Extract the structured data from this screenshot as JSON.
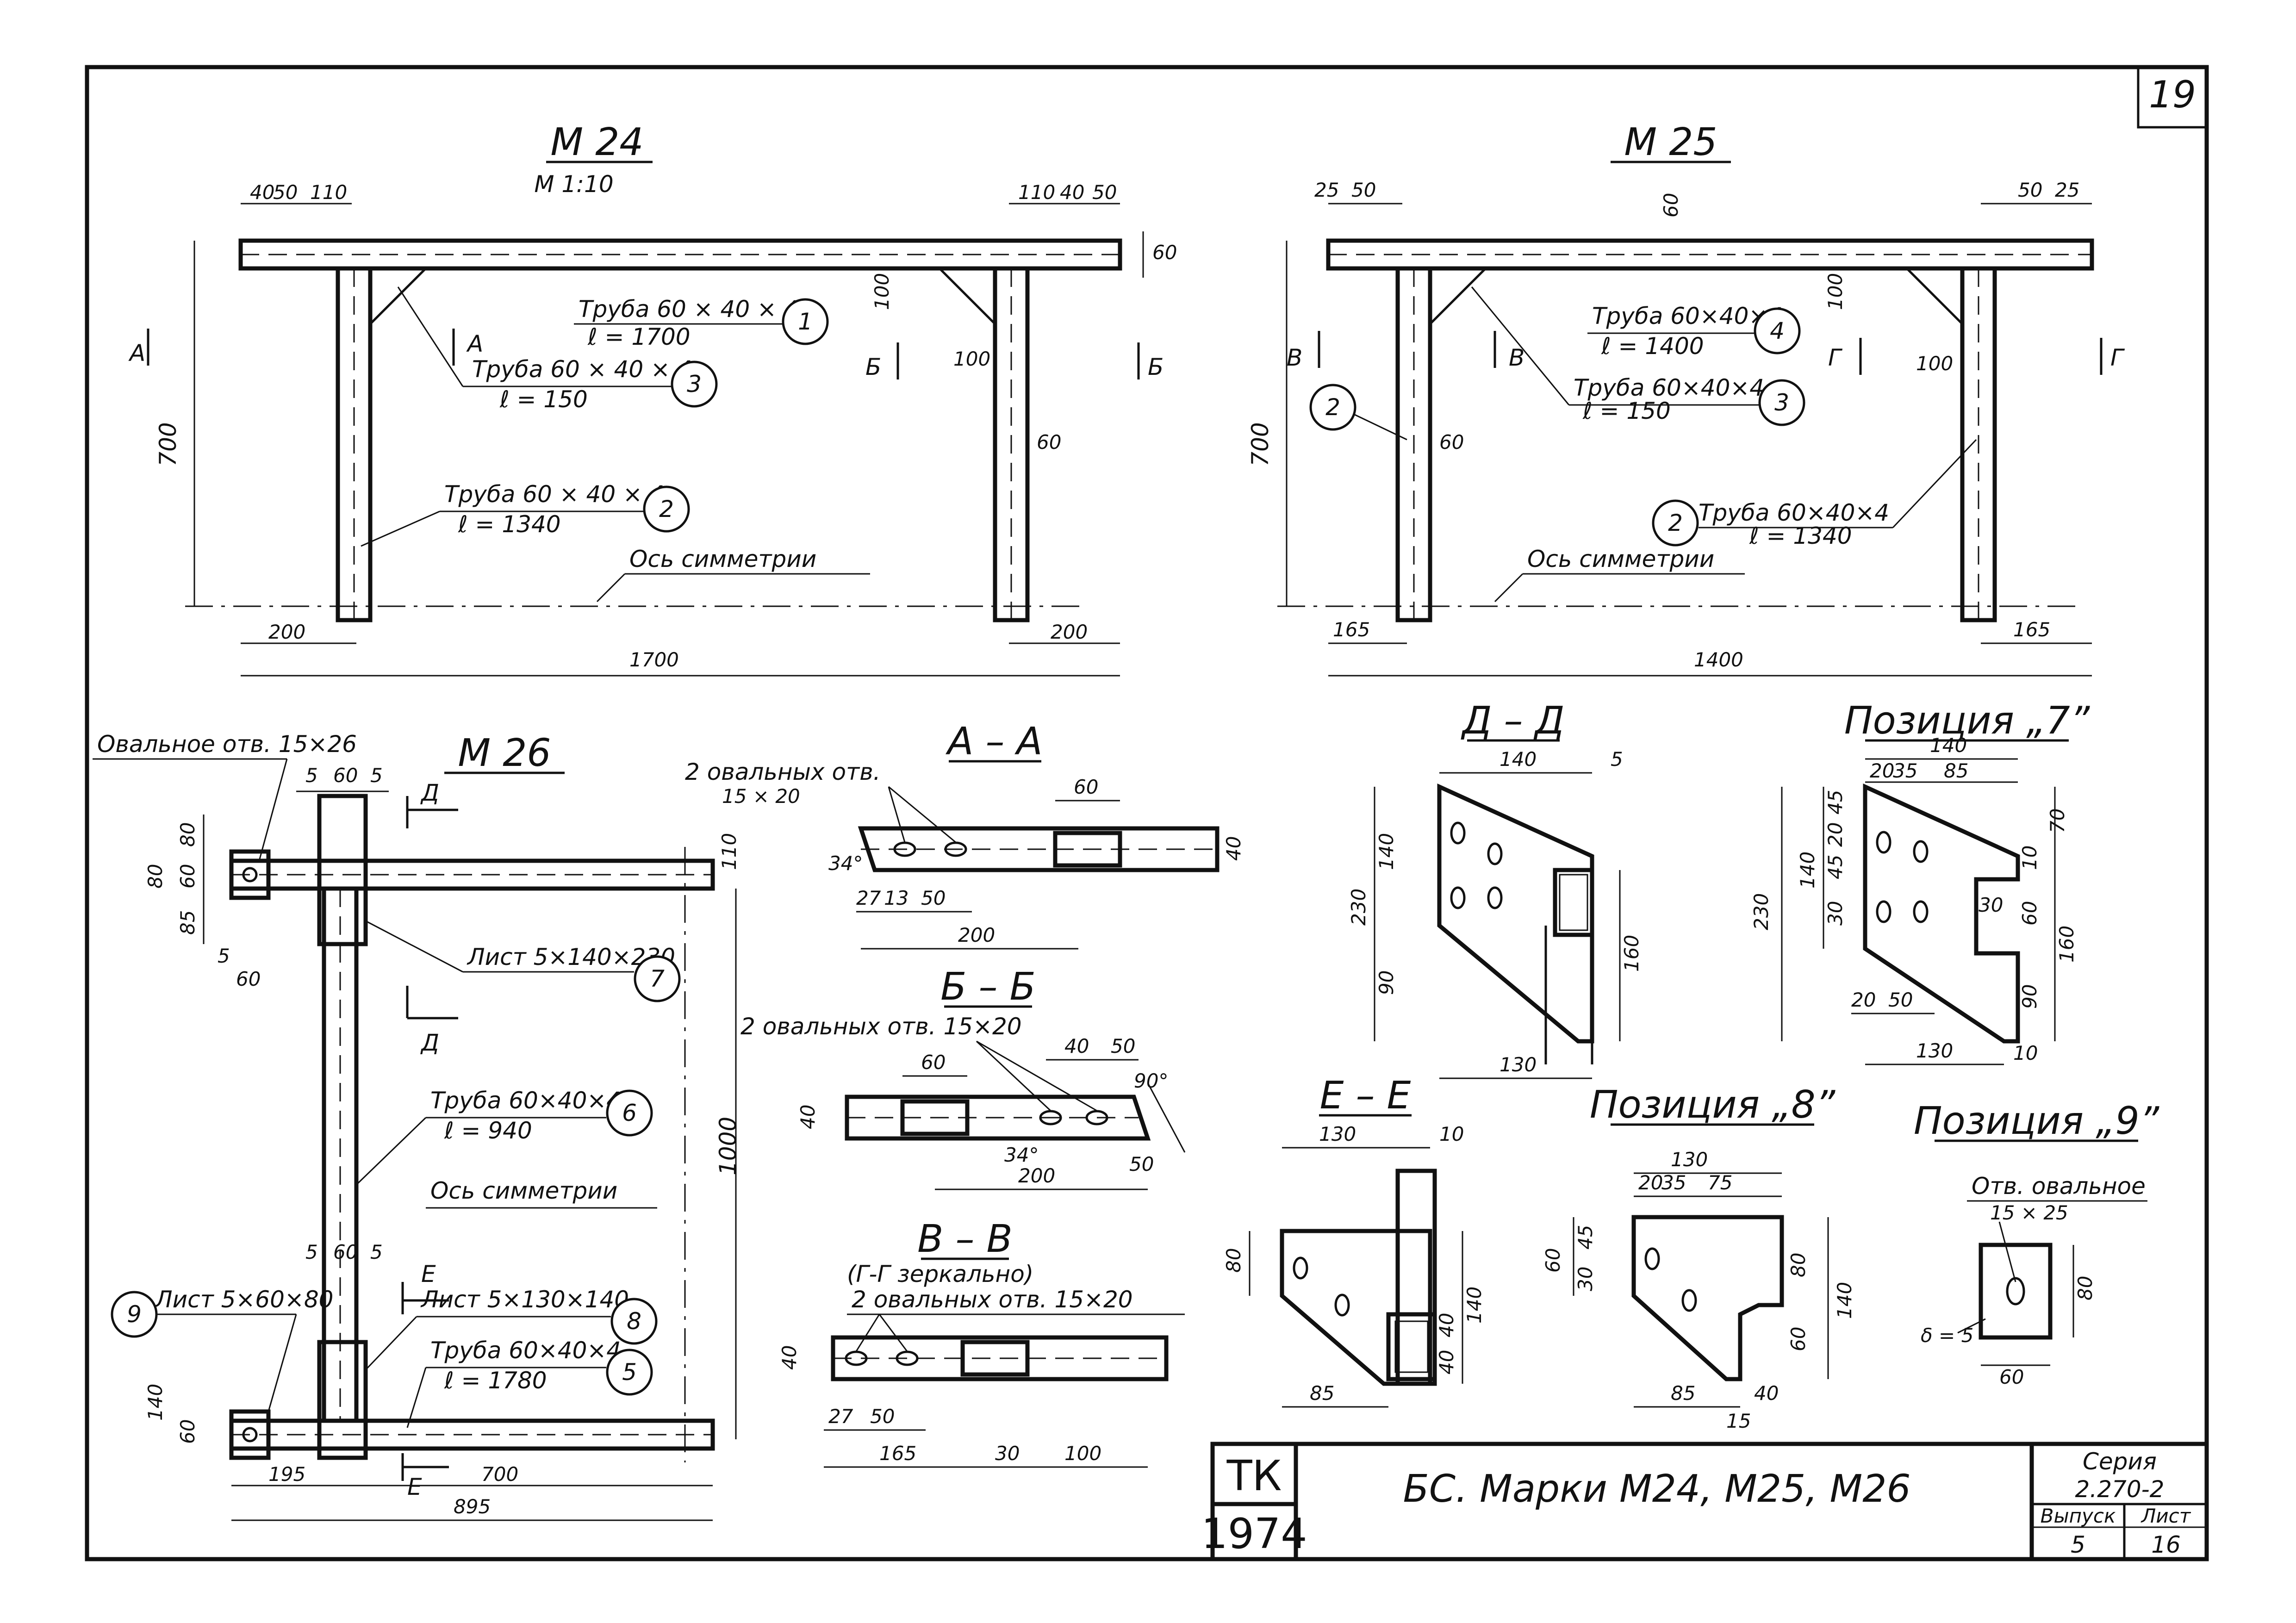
{
  "sheet_number": "19",
  "views": {
    "m24": {
      "title": "М 24",
      "scale": "М 1:10",
      "dims_top_left": [
        "40",
        "50",
        "110"
      ],
      "dims_top_right": [
        "110",
        "40",
        "50"
      ],
      "dim_60_right": "60",
      "dim_100": "100",
      "dim_100b": "100",
      "dim_60": "60",
      "height": "700",
      "base_left": "200",
      "base_right": "200",
      "width": "1700",
      "sec_a": "А",
      "sec_b": "Б",
      "pipe1": "Труба 60 × 40 × 4",
      "pipe1_len": "ℓ = 1700",
      "pos1": "1",
      "pipe3": "Труба 60 × 40 × 4",
      "pipe3_len": "ℓ = 150",
      "pos3": "3",
      "pipe2": "Труба 60 × 40 × 4",
      "pipe2_len": "ℓ = 1340",
      "pos2": "2",
      "axis": "Ось симметрии"
    },
    "m25": {
      "title": "М 25",
      "dims_top_left": [
        "25",
        "50"
      ],
      "dims_top_right": [
        "50",
        "25"
      ],
      "dim_60": "60",
      "dim_100": "100",
      "dim_100b": "100",
      "dim_60b": "60",
      "height": "700",
      "base_left": "165",
      "base_right": "165",
      "width": "1400",
      "sec_v": "В",
      "sec_g": "Г",
      "pipe4": "Труба 60×40×4",
      "pipe4_len": "ℓ = 1400",
      "pos4": "4",
      "pipe3": "Труба 60×40×4",
      "pipe3_len": "ℓ = 150",
      "pos3": "3",
      "pipe2": "Труба 60×40×4",
      "pipe2_len": "ℓ = 1340",
      "pos2": "2",
      "pos2_left": "2",
      "axis": "Ось симметрии"
    },
    "m26": {
      "title": "М 26",
      "oval_hole": "Овальное отв. 15×26",
      "dims_top": [
        "5",
        "60",
        "5"
      ],
      "dims_mid": [
        "5",
        "60",
        "5"
      ],
      "dims_left": [
        "80",
        "60",
        "85",
        "80",
        "5",
        "60"
      ],
      "dim_110": "110",
      "sec_d": "Д",
      "sec_e": "Е",
      "sheet7": "Лист 5×140×230",
      "pos7": "7",
      "pipe6": "Труба 60×40×4",
      "pipe6_len": "ℓ = 940",
      "pos6": "6",
      "axis": "Ось симметрии",
      "height": "1000",
      "sheet9": "Лист 5×60×80",
      "pos9": "9",
      "sheet8": "Лист 5×130×140",
      "pos8": "8",
      "pipe5": "Труба 60×40×4",
      "pipe5_len": "ℓ = 1780",
      "pos5": "5",
      "dim_140": "140",
      "dim_60b": "60",
      "dim_195": "195",
      "dim_700": "700",
      "dim_895": "895"
    },
    "sec_aa": {
      "title": "А – А",
      "holes": "2 овальных отв.",
      "holes_size": "15 × 20",
      "angle": "34°",
      "dims": [
        "27",
        "13",
        "50"
      ],
      "dim_60": "60",
      "dim_40": "40",
      "dim_200": "200"
    },
    "sec_bb": {
      "title": "Б – Б",
      "holes": "2 овальных отв. 15×20",
      "dim_60": "60",
      "dim_40a": "40",
      "dim_50": "50",
      "dim_40": "40",
      "angle90": "90°",
      "angle": "34°",
      "dim_50b": "50",
      "dim_200": "200"
    },
    "sec_vv": {
      "title": "В – В",
      "mirror": "(Г-Г зеркально)",
      "holes": "2 овальных отв. 15×20",
      "dim_40": "40",
      "dim_27": "27",
      "dim_50": "50",
      "dim_165": "165",
      "dim_30": "30",
      "dim_100": "100"
    },
    "sec_dd": {
      "title": "Д – Д",
      "dim_140": "140",
      "dim_5": "5",
      "dim_230": "230",
      "dim_140v": "140",
      "dim_90": "90",
      "dim_160": "160",
      "dim_130": "130"
    },
    "pos7_detail": {
      "title": "Позиция „7”",
      "dim_140": "140",
      "dims_top": [
        "20",
        "35",
        "85"
      ],
      "dim_45": "45",
      "dim_20": "20",
      "dim_45b": "45",
      "dim_30": "30",
      "dim_140v": "140",
      "dim_230": "230",
      "dim_70": "70",
      "dim_10": "10",
      "dim_30b": "30",
      "dim_60": "60",
      "dim_160": "160",
      "dim_90": "90",
      "dim_20b": "20",
      "dim_50": "50",
      "dim_130": "130",
      "dim_10b": "10"
    },
    "sec_ee": {
      "title": "Е – Е",
      "dim_130": "130",
      "dim_10": "10",
      "dim_80": "80",
      "dim_140": "140",
      "dim_40a": "40",
      "dim_40b": "40",
      "dim_85": "85"
    },
    "pos8_detail": {
      "title": "Позиция „8”",
      "dim_130": "130",
      "dims_top": [
        "20",
        "35",
        "75"
      ],
      "dim_60": "60",
      "dim_45": "45",
      "dim_30": "30",
      "dim_80": "80",
      "dim_140": "140",
      "dim_60b": "60",
      "dim_85": "85",
      "dim_40": "40",
      "dim_15": "15"
    },
    "pos9_detail": {
      "title": "Позиция „9”",
      "hole": "Отв. овальное",
      "hole_size": "15 × 25",
      "thickness": "δ = 5",
      "dim_80": "80",
      "dim_60": "60"
    }
  },
  "title_block": {
    "org": "ТК",
    "year": "1974",
    "name": "БС. Марки М24, М25, М26",
    "series_label": "Серия",
    "series": "2.270-2",
    "issue_label": "Выпуск",
    "sheet_label": "Лист",
    "issue": "5",
    "sheet": "16"
  }
}
